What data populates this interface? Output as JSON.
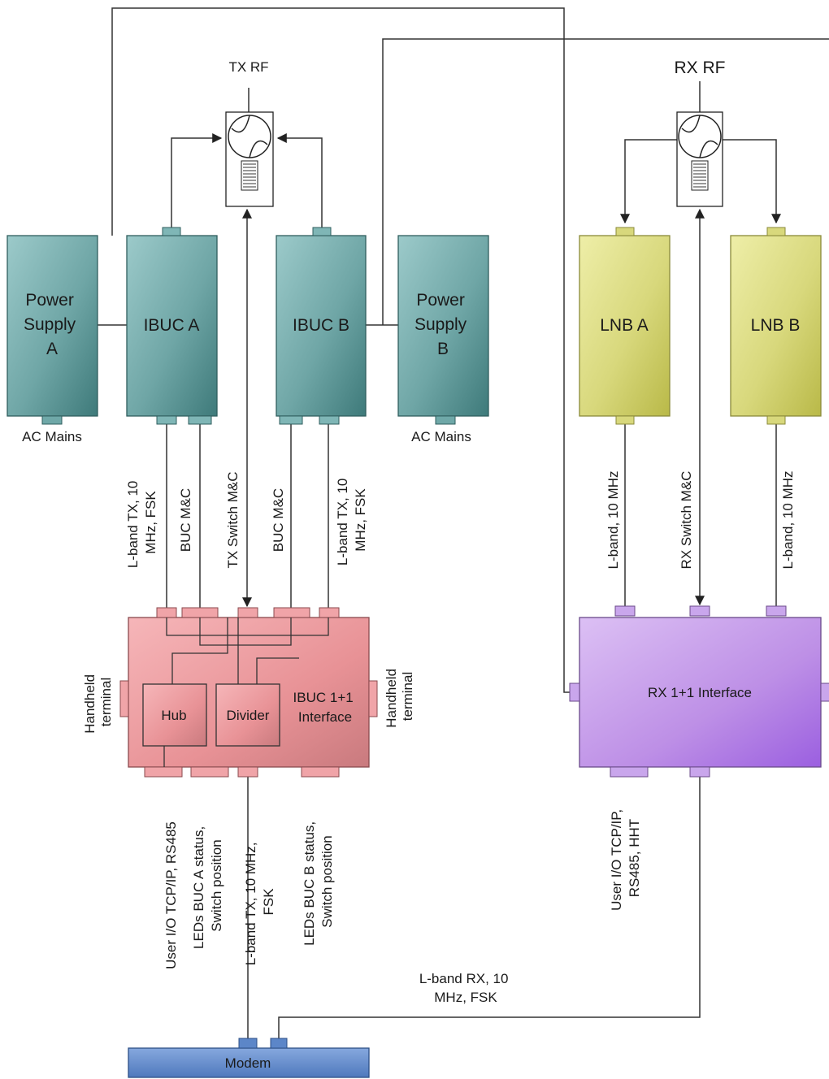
{
  "labels": {
    "tx_rf": "TX RF",
    "rx_rf": "RX RF",
    "ps_a": [
      "Power",
      "Supply",
      "A"
    ],
    "ps_b": [
      "Power",
      "Supply",
      "B"
    ],
    "ibuc_a": "IBUC A",
    "ibuc_b": "IBUC B",
    "lnb_a": "LNB A",
    "lnb_b": "LNB B",
    "ac_mains_a": "AC Mains",
    "ac_mains_b": "AC Mains",
    "hub": "Hub",
    "divider": "Divider",
    "ibuc_iface": [
      "IBUC 1+1",
      "Interface"
    ],
    "rx_iface": "RX 1+1 Interface",
    "modem": "Modem",
    "handheld_left": [
      "Handheld",
      "terminal"
    ],
    "handheld_right": [
      "Handheld",
      "terminal"
    ],
    "lband_tx_a": [
      "L-band TX, 10",
      "MHz, FSK"
    ],
    "buc_mc_a": "BUC M&C",
    "tx_switch_mc": "TX Switch M&C",
    "buc_mc_b": "BUC M&C",
    "lband_tx_b": [
      "L-band TX, 10",
      "MHz, FSK"
    ],
    "lband_lnb_a": "L-band, 10 MHz",
    "rx_switch_mc": "RX Switch M&C",
    "lband_lnb_b": "L-band, 10 MHz",
    "user_io_tx": "User I/O TCP/IP, RS485",
    "leds_a": [
      "LEDs BUC A status,",
      "Switch position"
    ],
    "lband_tx_modem": [
      "L-band TX, 10 MHz,",
      "FSK"
    ],
    "leds_b": [
      "LEDs BUC B status,",
      "Switch position"
    ],
    "user_io_rx": [
      "User I/O TCP/IP,",
      "RS485, HHT"
    ],
    "lband_rx_modem": [
      "L-band RX, 10",
      "MHz, FSK"
    ]
  },
  "colors": {
    "teal": "#6fa8a8",
    "teal_dark": "#3f7e7e",
    "lnb": "#d6d67a",
    "ibuc_iface": "#ec9a9e",
    "rx_iface": "#c49ae8",
    "modem": "#5c86c8",
    "line": "#333333"
  }
}
